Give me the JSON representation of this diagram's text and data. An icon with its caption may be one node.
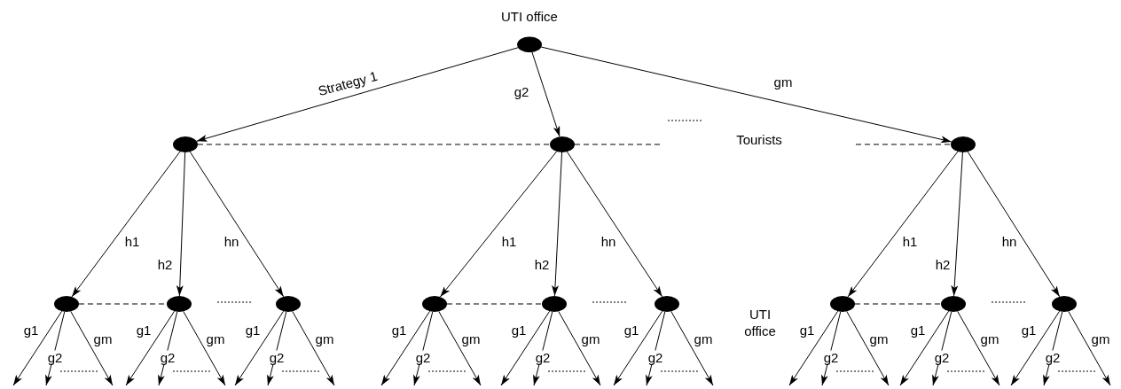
{
  "diagram": {
    "nodes": [
      {
        "text": [
          "UTI office"
        ]
      },
      {
        "text": [],
        "shape": "circle"
      },
      {
        "text": [],
        "shape": "circle"
      },
      {
        "text": [],
        "shape": "circle"
      },
      {
        "text": [],
        "shape": "circle"
      },
      {
        "text": [],
        "shape": "circle"
      },
      {
        "text": [],
        "shape": "circle"
      },
      {
        "text": [],
        "shape": "circle"
      },
      {
        "text": [],
        "shape": "circle"
      },
      {
        "text": [],
        "shape": "circle"
      },
      {
        "text": [],
        "shape": "circle"
      },
      {
        "text": [],
        "shape": "circle"
      },
      {
        "text": [],
        "shape": "circle"
      }
    ],
    "edges": [
      {
        "from": 0,
        "to": 1,
        "arrow": "to",
        "label": "Strategy 1"
      },
      {
        "from": 0,
        "to": 2,
        "arrow": "to",
        "label": "g2"
      },
      {
        "from": 0,
        "to": 3,
        "arrow": "to",
        "label": "gm"
      },
      {
        "from": 1,
        "to": 2,
        "arrow": "none",
        "style": "dashed"
      },
      {
        "from": 2,
        "to": null,
        "arrow": "none",
        "style": "dashed"
      },
      {
        "from": null,
        "to": 3,
        "arrow": "none",
        "style": "dashed"
      },
      {
        "from": 1,
        "to": 4,
        "arrow": "to",
        "label": "h1"
      },
      {
        "from": 1,
        "to": 5,
        "arrow": "to",
        "label": "h2"
      },
      {
        "from": 1,
        "to": 6,
        "arrow": "to",
        "label": "hn"
      },
      {
        "from": 2,
        "to": 7,
        "arrow": "to",
        "label": "h1"
      },
      {
        "from": 2,
        "to": 8,
        "arrow": "to",
        "label": "h2"
      },
      {
        "from": 2,
        "to": 9,
        "arrow": "to",
        "label": "hn"
      },
      {
        "from": 3,
        "to": 10,
        "arrow": "to",
        "label": "h1"
      },
      {
        "from": 3,
        "to": 11,
        "arrow": "to",
        "label": "h2"
      },
      {
        "from": 3,
        "to": 12,
        "arrow": "to",
        "label": "hn"
      },
      {
        "from": 4,
        "to": 5,
        "arrow": "none",
        "style": "dashed"
      },
      {
        "from": 7,
        "to": 8,
        "arrow": "none",
        "style": "dashed"
      },
      {
        "from": 10,
        "to": 11,
        "arrow": "none",
        "style": "dashed"
      },
      {
        "from": 4,
        "to": null,
        "arrow": "to",
        "label": "g1"
      },
      {
        "from": 4,
        "to": null,
        "arrow": "to",
        "label": "g2"
      },
      {
        "from": 4,
        "to": null,
        "arrow": "to",
        "label": "gm"
      },
      {
        "from": 5,
        "to": null,
        "arrow": "to",
        "label": "g1"
      },
      {
        "from": 5,
        "to": null,
        "arrow": "to",
        "label": "g2"
      },
      {
        "from": 5,
        "to": null,
        "arrow": "to",
        "label": "gm"
      },
      {
        "from": 6,
        "to": null,
        "arrow": "to",
        "label": "g1"
      },
      {
        "from": 6,
        "to": null,
        "arrow": "to",
        "label": "g2"
      },
      {
        "from": 6,
        "to": null,
        "arrow": "to",
        "label": "gm"
      },
      {
        "from": 7,
        "to": null,
        "arrow": "to",
        "label": "g1"
      },
      {
        "from": 7,
        "to": null,
        "arrow": "to",
        "label": "g2"
      },
      {
        "from": 7,
        "to": null,
        "arrow": "to",
        "label": "gm"
      },
      {
        "from": 8,
        "to": null,
        "arrow": "to",
        "label": "g1"
      },
      {
        "from": 8,
        "to": null,
        "arrow": "to",
        "label": "g2"
      },
      {
        "from": 8,
        "to": null,
        "arrow": "to",
        "label": "gm"
      },
      {
        "from": 9,
        "to": null,
        "arrow": "to",
        "label": "g1"
      },
      {
        "from": 9,
        "to": null,
        "arrow": "to",
        "label": "g2"
      },
      {
        "from": 9,
        "to": null,
        "arrow": "to",
        "label": "gm"
      },
      {
        "from": 10,
        "to": null,
        "arrow": "to",
        "label": "g1"
      },
      {
        "from": 10,
        "to": null,
        "arrow": "to",
        "label": "g2"
      },
      {
        "from": 10,
        "to": null,
        "arrow": "to",
        "label": "gm"
      },
      {
        "from": 11,
        "to": null,
        "arrow": "to",
        "label": "g1"
      },
      {
        "from": 11,
        "to": null,
        "arrow": "to",
        "label": "g2"
      },
      {
        "from": 11,
        "to": null,
        "arrow": "to",
        "label": "gm"
      },
      {
        "from": 12,
        "to": null,
        "arrow": "to",
        "label": "g1"
      },
      {
        "from": 12,
        "to": null,
        "arrow": "to",
        "label": "g2"
      },
      {
        "from": 12,
        "to": null,
        "arrow": "to",
        "label": "gm"
      }
    ],
    "labels": [
      "Tourists",
      "UTI office"
    ]
  }
}
